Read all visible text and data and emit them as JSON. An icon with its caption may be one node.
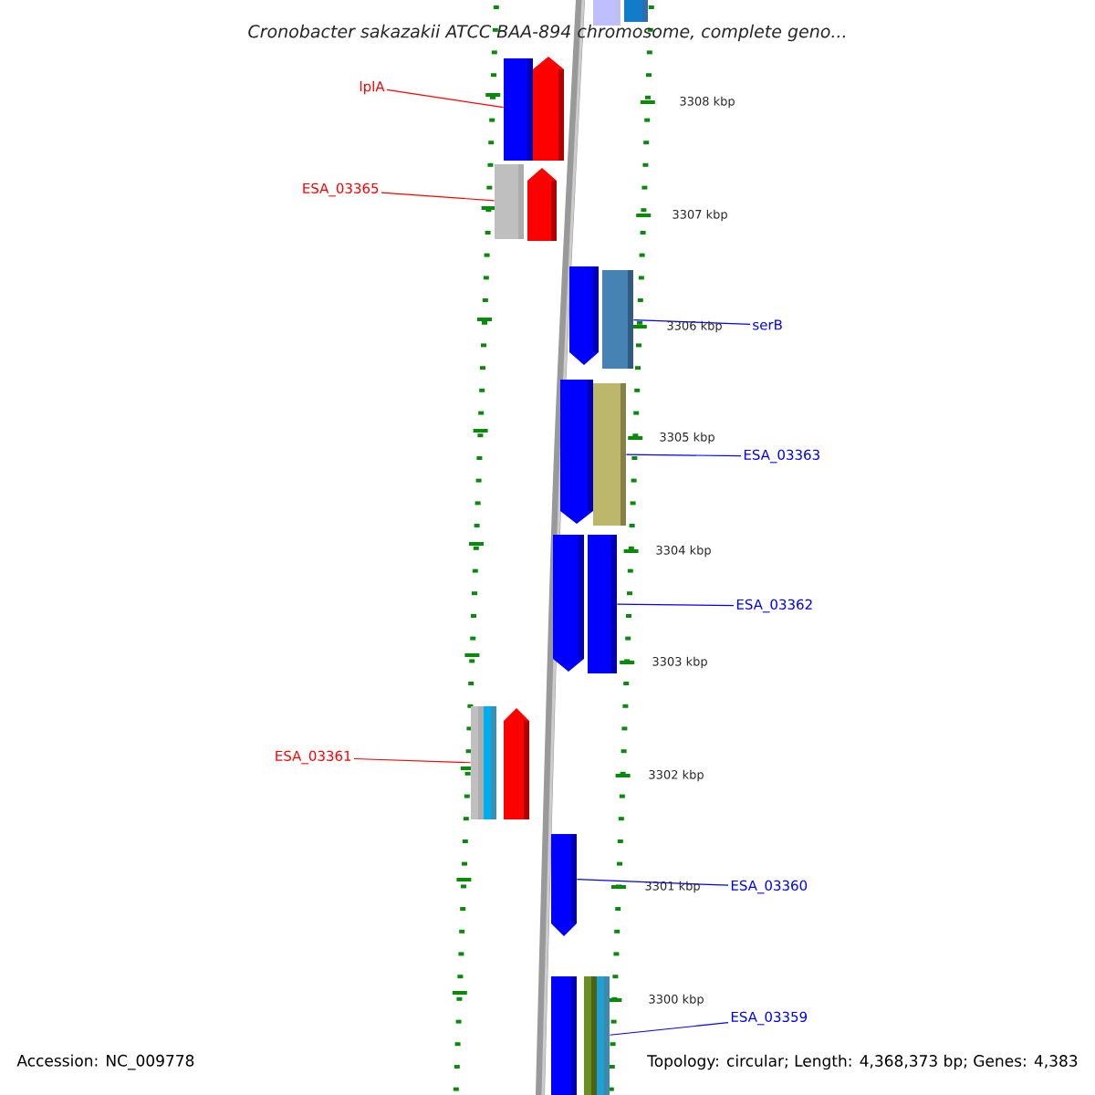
{
  "diagram": {
    "title": "*Cronobacter sakazakii* ATCC BAA-894 chromosome, complete geno...",
    "nodes": [
      {
        "text": [
          "lplA"
        ]
      },
      {
        "text": [
          "ESA_03365"
        ]
      },
      {
        "text": [
          "serB"
        ]
      },
      {
        "text": [
          "ESA_03363"
        ]
      },
      {
        "text": [
          "ESA_03362"
        ]
      },
      {
        "text": [
          "ESA_03361"
        ]
      },
      {
        "text": [
          "ESA_03360"
        ]
      },
      {
        "text": [
          "ESA_03359"
        ]
      },
      {
        "text": [],
        "shape": "bar"
      },
      {
        "text": [],
        "shape": "bar"
      },
      {
        "text": [],
        "shape": "bar"
      },
      {
        "text": [],
        "shape": "pentagon"
      },
      {
        "text": [],
        "shape": "bar"
      },
      {
        "text": [],
        "shape": "pentagon"
      },
      {
        "text": [],
        "shape": "pentagon"
      },
      {
        "text": [],
        "shape": "bar"
      },
      {
        "text": [],
        "shape": "pentagon"
      },
      {
        "text": [],
        "shape": "bar"
      },
      {
        "text": [],
        "shape": "pentagon"
      },
      {
        "text": [],
        "shape": "bar"
      },
      {
        "text": [],
        "shape": "bar"
      },
      {
        "text": [],
        "shape": "bar"
      },
      {
        "text": [],
        "shape": "pentagon"
      },
      {
        "text": [],
        "shape": "pentagon"
      },
      {
        "text": [],
        "shape": "bar"
      },
      {
        "text": [],
        "shape": "bar"
      },
      {
        "text": [],
        "shape": "bar"
      }
    ],
    "edges": [
      {
        "from": 0,
        "to": 10,
        "arrow": "none",
        "color": "#ff0000"
      },
      {
        "from": 1,
        "to": 12,
        "arrow": "none",
        "color": "#ff0000"
      },
      {
        "from": 2,
        "to": 15,
        "arrow": "none"
      },
      {
        "from": 3,
        "to": 17,
        "arrow": "none"
      },
      {
        "from": 4,
        "to": 19,
        "arrow": "none"
      },
      {
        "from": 5,
        "to": 20,
        "arrow": "none",
        "color": "#ff0000"
      },
      {
        "from": 6,
        "to": 23,
        "arrow": "none"
      },
      {
        "from": 7,
        "to": 26,
        "arrow": "none"
      }
    ],
    "labels": [
      "3308 kbp",
      "3307 kbp",
      "3306 kbp",
      "3305 kbp",
      "3304 kbp",
      "3303 kbp",
      "3302 kbp",
      "3301 kbp",
      "3300 kbp",
      "Accession: NC_009778",
      "Topology: circular; Length: 4,368,373 bp; Genes: 4,383"
    ]
  }
}
